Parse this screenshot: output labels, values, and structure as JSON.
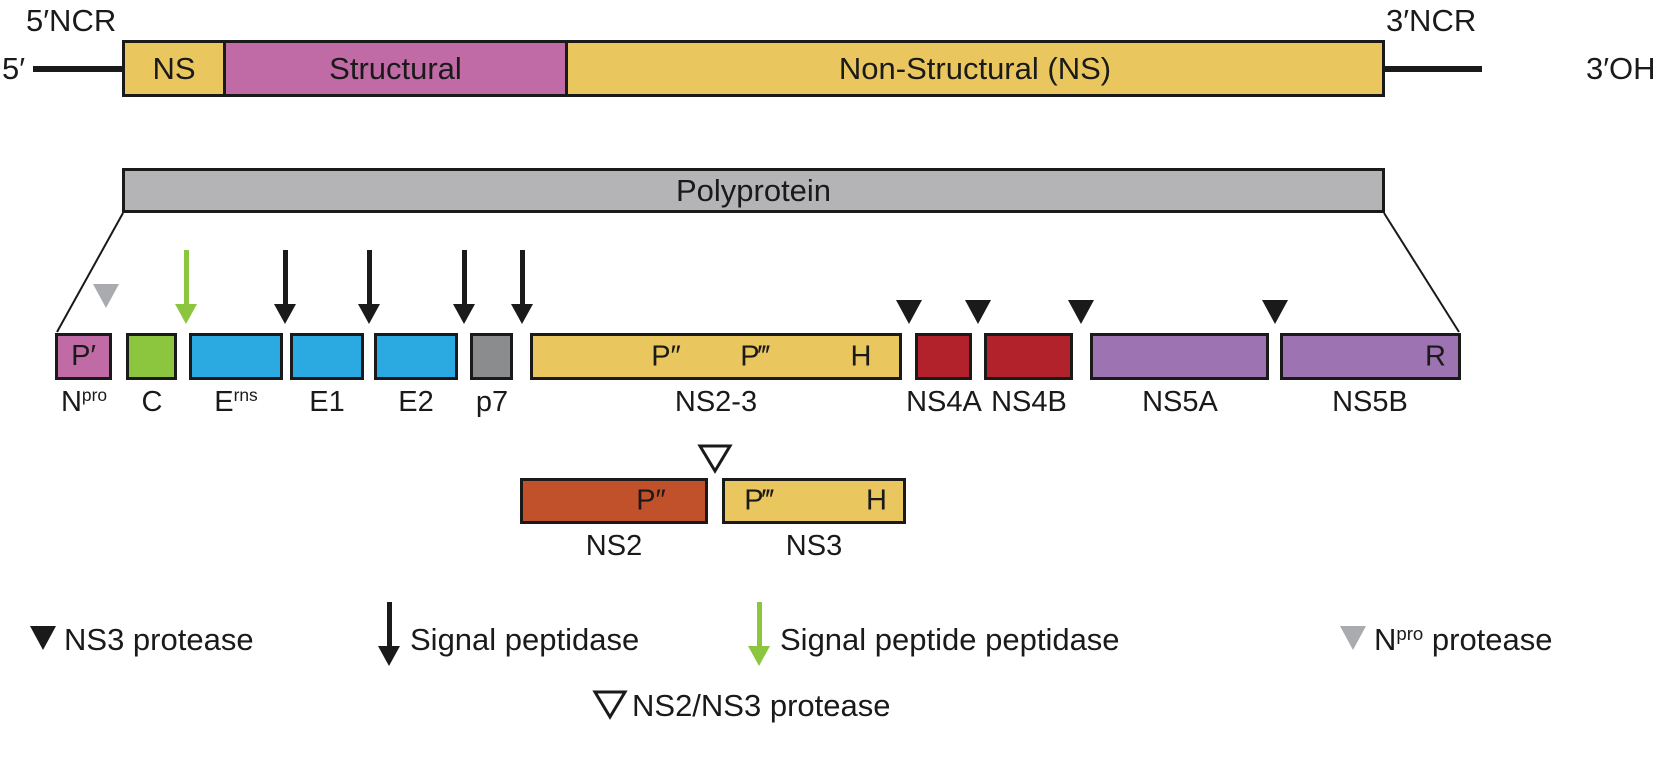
{
  "palette": {
    "yellow": "#EAC65F",
    "magenta": "#C16BA6",
    "poly_gray": "#B4B4B6",
    "green": "#8CC63F",
    "blue": "#2AAAE1",
    "p7_gray": "#8A8C8E",
    "red": "#B2222A",
    "purple": "#9E73B1",
    "rust": "#C0512B",
    "marker_gray": "#A9ABAE",
    "ink": "#1A1A1A",
    "white": "#FFFFFF"
  },
  "genome": {
    "label_5ncr": "5′NCR",
    "label_3ncr": "3′NCR",
    "label_5end": "5′",
    "label_3end": "3′OH",
    "segments": [
      {
        "label": "NS"
      },
      {
        "label": "Structural"
      },
      {
        "label": "Non-Structural (NS)"
      }
    ]
  },
  "polyprotein": {
    "label": "Polyprotein"
  },
  "proteins": [
    {
      "inner": "P′",
      "sub_base": "N",
      "sub_sup": "pro"
    },
    {
      "sub_base": "C"
    },
    {
      "sub_base": "E",
      "sub_sup": "rns"
    },
    {
      "sub_base": "E1"
    },
    {
      "sub_base": "E2"
    },
    {
      "sub_base": "p7"
    },
    {
      "sub_base": "NS2-3",
      "inner_p2": "P″",
      "inner_p3": "P‴",
      "inner_h": "H"
    },
    {
      "sub_base": "NS4A"
    },
    {
      "sub_base": "NS4B"
    },
    {
      "sub_base": "NS5A"
    },
    {
      "sub_base": "NS5B",
      "inner": "R"
    }
  ],
  "split": {
    "ns2_inner": "P″",
    "ns2_label": "NS2",
    "ns3_inner_p3": "P‴",
    "ns3_inner_h": "H",
    "ns3_label": "NS3"
  },
  "legend": {
    "ns3_protease": "NS3 protease",
    "signal_peptidase": "Signal peptidase",
    "signal_peptide_peptidase": "Signal peptide peptidase",
    "npro_base": "N",
    "npro_sup": "pro",
    "npro_rest": " protease",
    "ns2ns3_protease": "NS2/NS3 protease"
  }
}
